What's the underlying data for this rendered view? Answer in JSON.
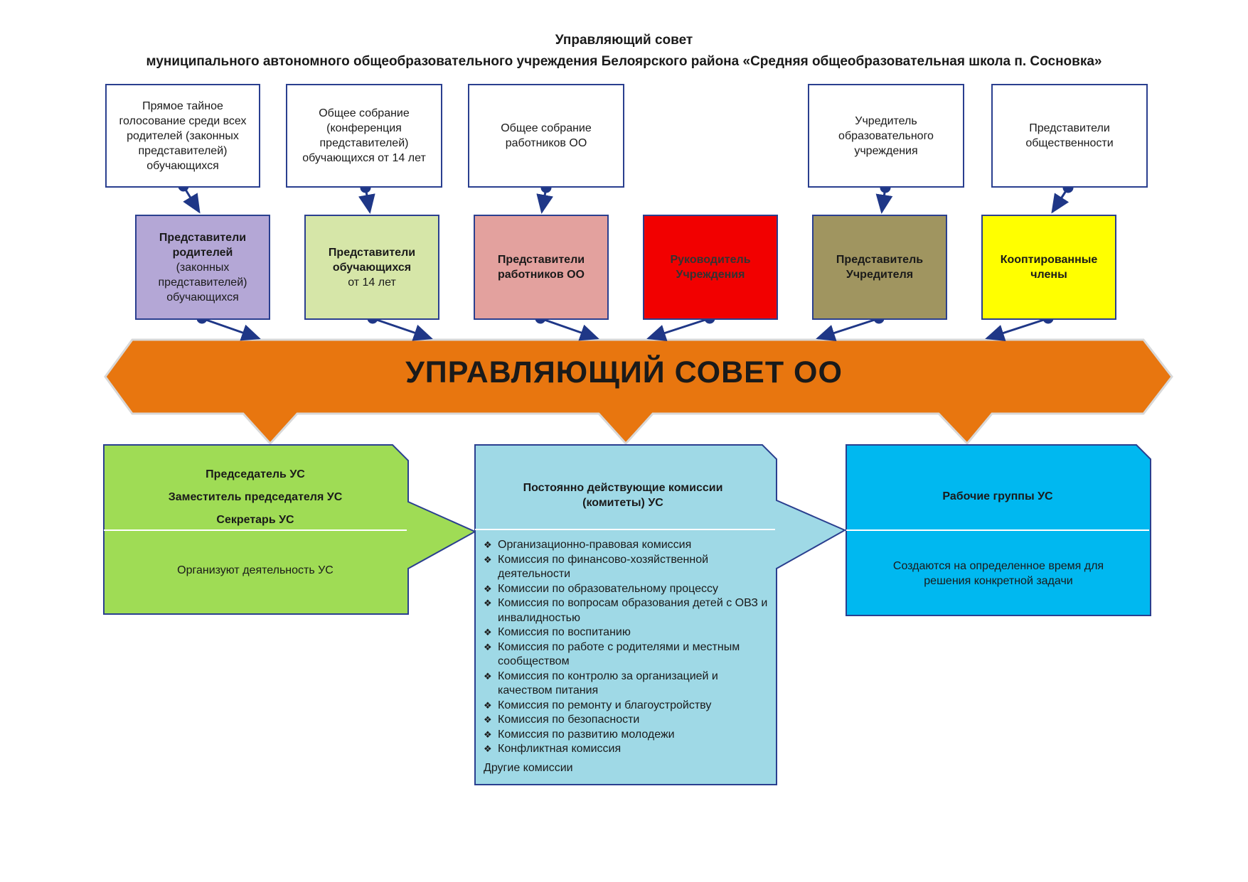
{
  "title": {
    "line1": "Управляющий совет",
    "line2": "муниципального автономного общеобразовательного учреждения Белоярского района «Средняя общеобразовательная школа п. Сосновка»"
  },
  "sources": [
    {
      "text": "Прямое тайное голосование среди всех родителей (законных представителей) обучающихся"
    },
    {
      "text": "Общее собрание (конференция представителей) обучающихся от 14 лет"
    },
    {
      "text": "Общее собрание работников ОО"
    },
    {
      "text": "Учредитель образовательного учреждения"
    },
    {
      "text": "Представители общественности"
    }
  ],
  "representatives": [
    {
      "bold": "Представители родителей",
      "normal": "(законных представителей) обучающихся",
      "color": "#b4a7d6"
    },
    {
      "bold": "Представители обучающихся",
      "normal": "от 14 лет",
      "color": "#d6e6a8"
    },
    {
      "bold": "Представители работников ОО",
      "normal": "",
      "color": "#e3a19e"
    },
    {
      "bold": "Руководитель Учреждения",
      "normal": "",
      "color": "#f20000"
    },
    {
      "bold": "Представитель Учредителя",
      "normal": "",
      "color": "#a09560"
    },
    {
      "bold": "Кооптированные члены",
      "normal": "",
      "color": "#ffff00"
    }
  ],
  "banner": {
    "text": "УПРАВЛЯЮЩИЙ СОВЕТ ОО",
    "color": "#e8760f"
  },
  "panels": {
    "left": {
      "color": "#9fdc55",
      "roles": [
        "Председатель УС",
        "Заместитель председателя УС",
        "Секретарь УС"
      ],
      "desc": "Организуют деятельность УС"
    },
    "middle": {
      "color": "#9fd9e6",
      "header": "Постоянно действующие комиссии (комитеты) УС",
      "items": [
        "Организационно-правовая комиссия",
        "Комиссия по финансово-хозяйственной деятельности",
        "Комиссии по образовательному процессу",
        "Комиссия по вопросам образования детей с ОВЗ и инвалидностью",
        "Комиссия по воспитанию",
        "Комиссия по работе с родителями и местным сообществом",
        "Комиссия по контролю за организацией и качеством питания",
        "Комиссия по ремонту и благоустройству",
        "Комиссия по безопасности",
        "Комиссия по развитию молодежи",
        "Конфликтная комиссия"
      ],
      "footer": "Другие комиссии"
    },
    "right": {
      "color": "#00b8f0",
      "header": "Рабочие группы УС",
      "desc": "Создаются на определенное время для решения конкретной задачи"
    }
  }
}
